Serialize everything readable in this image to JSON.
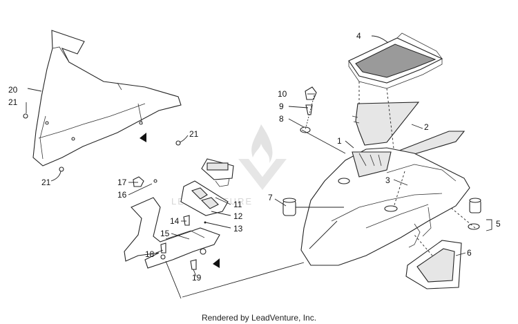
{
  "diagram": {
    "callouts": {
      "c1": "1",
      "c2": "2",
      "c3": "3",
      "c4": "4",
      "c5": "5",
      "c6": "6",
      "c7": "7",
      "c8": "8",
      "c9": "9",
      "c10": "10",
      "c11": "11",
      "c12": "12",
      "c13": "13",
      "c14": "14",
      "c15": "15",
      "c16": "16",
      "c17": "17",
      "c18": "18",
      "c19": "19",
      "c20": "20",
      "c21a": "21",
      "c21b": "21",
      "c21c": "21"
    },
    "watermark_text": "LEADVENTURE"
  },
  "footer": {
    "text": "Rendered by LeadVenture, Inc."
  },
  "colors": {
    "line": "#222222",
    "mesh": "#9a9a9a",
    "watermark": "#dcdcdc"
  }
}
